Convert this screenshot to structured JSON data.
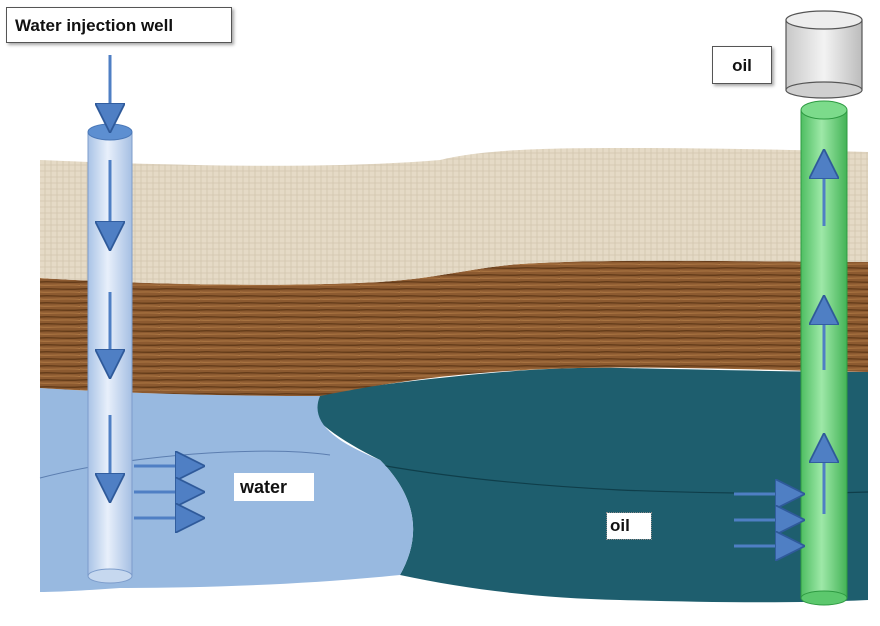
{
  "labels": {
    "injection_well": "Water injection well",
    "oil_tank": "oil",
    "water_zone": "water",
    "oil_zone": "oil"
  },
  "colors": {
    "sand_layer": "#e5dac6",
    "shale_layer": "#8c5a30",
    "water_zone": "#98b9e0",
    "oil_zone": "#1e5e6e",
    "injection_well": "#c6d8ef",
    "production_well": "#6fd07e",
    "arrow": "#4f7fc4",
    "tank": "#d9d9d9"
  }
}
